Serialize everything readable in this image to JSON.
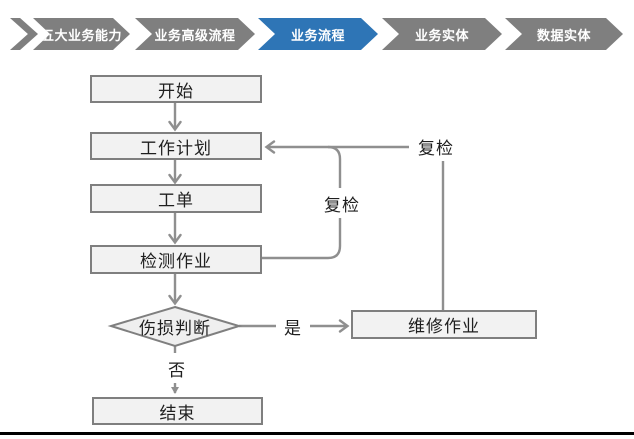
{
  "banner": {
    "colors": {
      "inactive": "#7f7f7f",
      "active": "#2e75b6",
      "text": "#ffffff"
    },
    "items": [
      {
        "label": "五大业务能力",
        "active": false
      },
      {
        "label": "业务高级流程",
        "active": false
      },
      {
        "label": "业务流程",
        "active": true
      },
      {
        "label": "业务实体",
        "active": false
      },
      {
        "label": "数据实体",
        "active": false
      }
    ]
  },
  "flowchart": {
    "colors": {
      "node_fill": "#f2f2f2",
      "node_border": "#7f7f7f",
      "decision_fill": "#efefef",
      "connector": "#8f8f8f",
      "text": "#1f1f1f"
    },
    "nodes": {
      "start": {
        "label": "开始",
        "type": "process"
      },
      "plan": {
        "label": "工作计划",
        "type": "process"
      },
      "order": {
        "label": "工单",
        "type": "process"
      },
      "inspect": {
        "label": "检测作业",
        "type": "process"
      },
      "judge": {
        "label": "伤损判断",
        "type": "decision"
      },
      "repair": {
        "label": "维修作业",
        "type": "process"
      },
      "end": {
        "label": "结束",
        "type": "process"
      }
    },
    "edges": [
      {
        "from": "start",
        "to": "plan",
        "label": ""
      },
      {
        "from": "plan",
        "to": "order",
        "label": ""
      },
      {
        "from": "order",
        "to": "inspect",
        "label": ""
      },
      {
        "from": "inspect",
        "to": "judge",
        "label": ""
      },
      {
        "from": "judge",
        "to": "repair",
        "label": "是"
      },
      {
        "from": "judge",
        "to": "end",
        "label": "否"
      },
      {
        "from": "inspect",
        "to": "plan",
        "label": "复检"
      },
      {
        "from": "repair",
        "to": "plan",
        "label": "复检"
      }
    ]
  }
}
